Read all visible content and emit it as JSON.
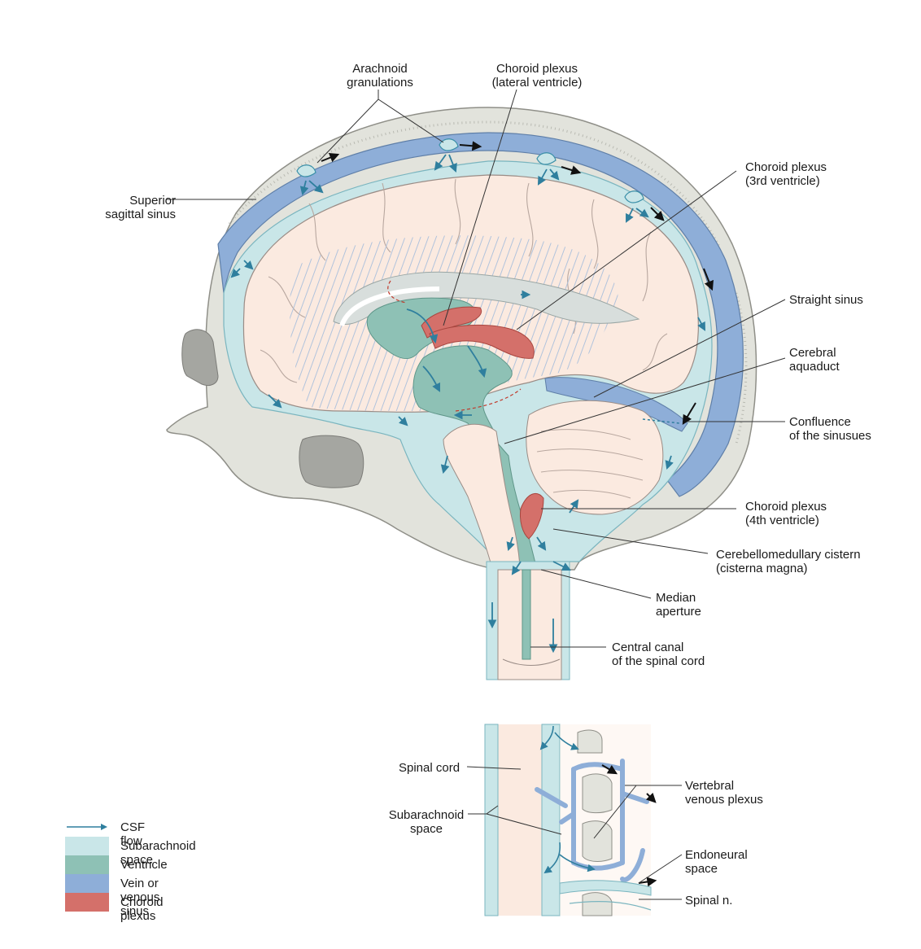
{
  "colors": {
    "subarachnoid": "#c9e6e8",
    "ventricle": "#8ec1b5",
    "vein": "#8eaed8",
    "choroid": "#d4706a",
    "brain": "#fbeae0",
    "bone": "#e2e3dc",
    "csf_arrow": "#2f7f9e"
  },
  "labels": {
    "arachnoid": [
      "Arachnoid",
      "granulations"
    ],
    "choroid_lat": [
      "Choroid plexus",
      "(lateral ventricle)"
    ],
    "choroid_3rd": [
      "Choroid plexus",
      "(3rd ventricle)"
    ],
    "sup_sag": [
      "Superior",
      "sagittal sinus"
    ],
    "straight": [
      "Straight sinus"
    ],
    "aqueduct": [
      "Cerebral",
      "aquaduct"
    ],
    "confluence": [
      "Confluence",
      "of the sinusues"
    ],
    "choroid_4th": [
      "Choroid plexus",
      "(4th ventricle)"
    ],
    "cisterna": [
      "Cerebellomedullary cistern",
      "(cisterna magna)"
    ],
    "median": [
      "Median",
      "aperture"
    ],
    "central": [
      "Central canal",
      "of the spinal cord"
    ],
    "spinal_cord": [
      "Spinal cord"
    ],
    "subarachnoid": [
      "Subarachnoid",
      "space"
    ],
    "vertebral": [
      "Vertebral",
      "venous plexus"
    ],
    "endoneural": [
      "Endoneural",
      "space"
    ],
    "spinal_n": [
      "Spinal n."
    ]
  },
  "legend": [
    {
      "type": "arrow",
      "label": "CSF flow"
    },
    {
      "type": "swatch",
      "color": "#c9e6e8",
      "label": "Subarachnoid space"
    },
    {
      "type": "swatch",
      "color": "#8ec1b5",
      "label": "Ventricle"
    },
    {
      "type": "swatch",
      "color": "#8eaed8",
      "label": "Vein or venous sinus"
    },
    {
      "type": "swatch",
      "color": "#d4706a",
      "label": "Choroid plexus"
    }
  ]
}
